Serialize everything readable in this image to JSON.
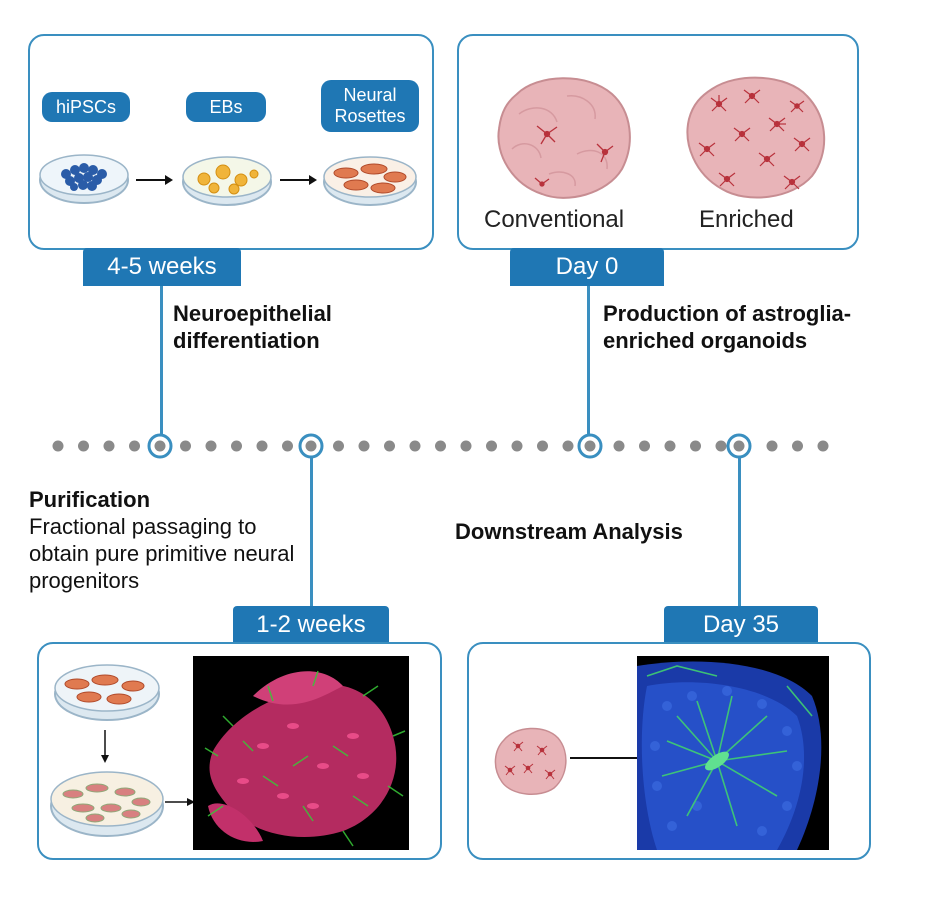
{
  "stages": {
    "top_left": {
      "pills": [
        "hiPSCs",
        "EBs",
        "Neural\nRosettes"
      ],
      "duration": "4-5 weeks",
      "heading": "Neuroepithelial differentiation"
    },
    "top_right": {
      "labels": [
        "Conventional",
        "Enriched"
      ],
      "duration": "Day 0",
      "heading": "Production of astroglia-enriched organoids"
    },
    "bottom_left": {
      "duration": "1-2 weeks",
      "heading": "Purification",
      "description": "Fractional passaging to obtain pure primitive neural progenitors"
    },
    "bottom_right": {
      "duration": "Day 35",
      "heading": "Downstream Analysis"
    }
  },
  "colors": {
    "accent": "#1f77b4",
    "border": "#3a8fc0",
    "timeline_dot": "#8a8a8a",
    "organoid": "#e8b4b8"
  }
}
